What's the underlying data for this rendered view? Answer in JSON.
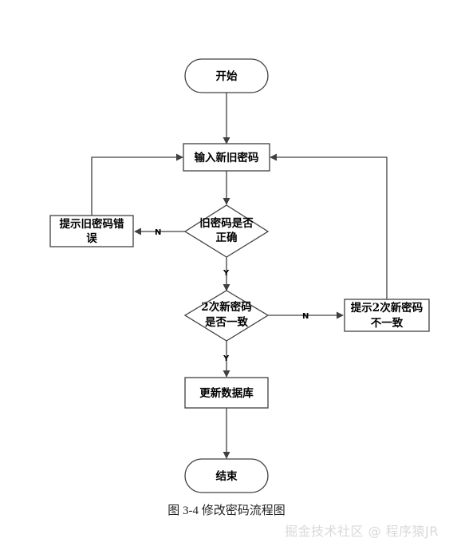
{
  "nodes": {
    "start": {
      "label": "开始"
    },
    "input": {
      "label": "输入新旧密码"
    },
    "check_old": {
      "lines": [
        "旧密码是否",
        "正确"
      ]
    },
    "old_error": {
      "lines": [
        "提示旧密码错",
        "误"
      ]
    },
    "check_match": {
      "lines": [
        "2次新密码",
        "是否一致"
      ]
    },
    "mismatch": {
      "lines": [
        "提示2次新密码",
        "不一致"
      ]
    },
    "update_db": {
      "label": "更新数据库"
    },
    "end": {
      "label": "结束"
    }
  },
  "edge_labels": {
    "old_no": "N",
    "old_yes": "Y",
    "match_no": "N",
    "match_yes": "Y"
  },
  "caption": "图 3-4 修改密码流程图",
  "watermark": "掘金技术社区 @ 程序猿JR",
  "colors": {
    "stroke": "#404040",
    "fill": "#ffffff"
  }
}
